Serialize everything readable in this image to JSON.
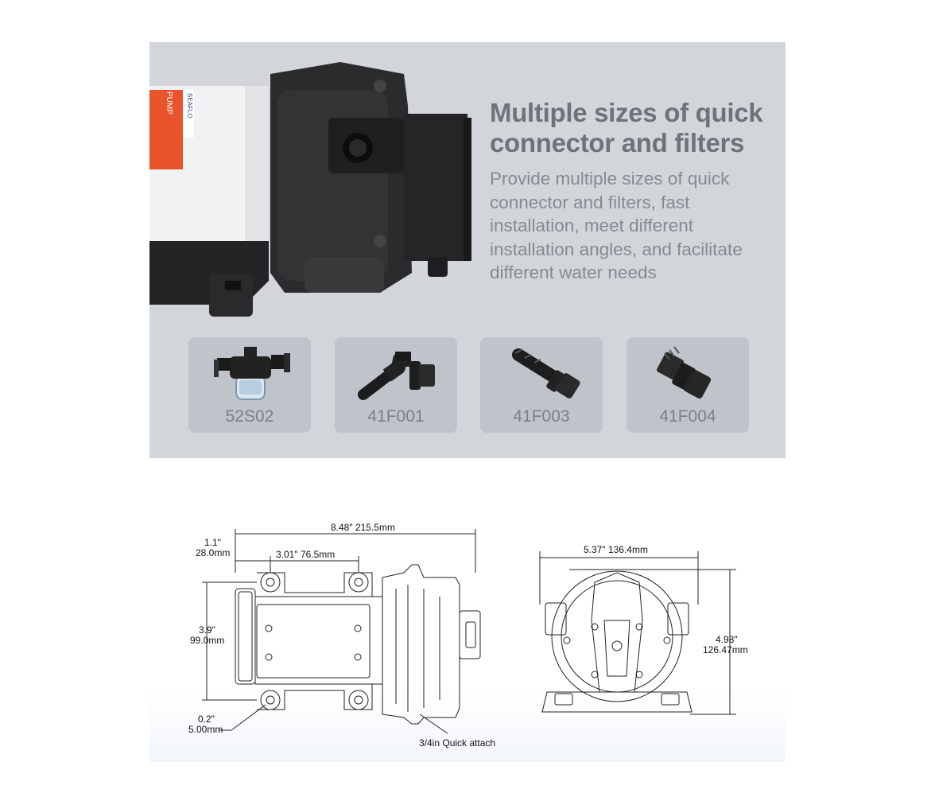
{
  "feature": {
    "headline": "Multiple sizes of quick connector and filters",
    "description": "Provide multiple sizes of quick connector and filters, fast installation, meet different installation angles, and facilitate different water needs"
  },
  "accessories": [
    {
      "code": "52S02",
      "icon": "strainer-filter-icon"
    },
    {
      "code": "41F001",
      "icon": "elbow-connector-icon"
    },
    {
      "code": "41F003",
      "icon": "straight-barb-connector-icon"
    },
    {
      "code": "41F004",
      "icon": "threaded-connector-icon"
    }
  ],
  "dimensions": {
    "overall_length": "8.48\"  215.5mm",
    "edge_offset_in": "1.1\"",
    "edge_offset_mm": "28.0mm",
    "mount_spacing": "3.01\"  76.5mm",
    "mount_height_in": "3.9\"",
    "mount_height_mm": "99.0mm",
    "hole_dia_in": "0.2\"",
    "hole_dia_mm": "5.00mm",
    "port_note": "3/4in Quick attach",
    "front_width": "5.37\"  136.4mm",
    "front_height_in": "4.98\"",
    "front_height_mm": "126.47mm"
  },
  "colors": {
    "panel": "#d2d6db",
    "card": "#bfc4ca",
    "label": "#7b8088",
    "accent": "#e8542c"
  }
}
